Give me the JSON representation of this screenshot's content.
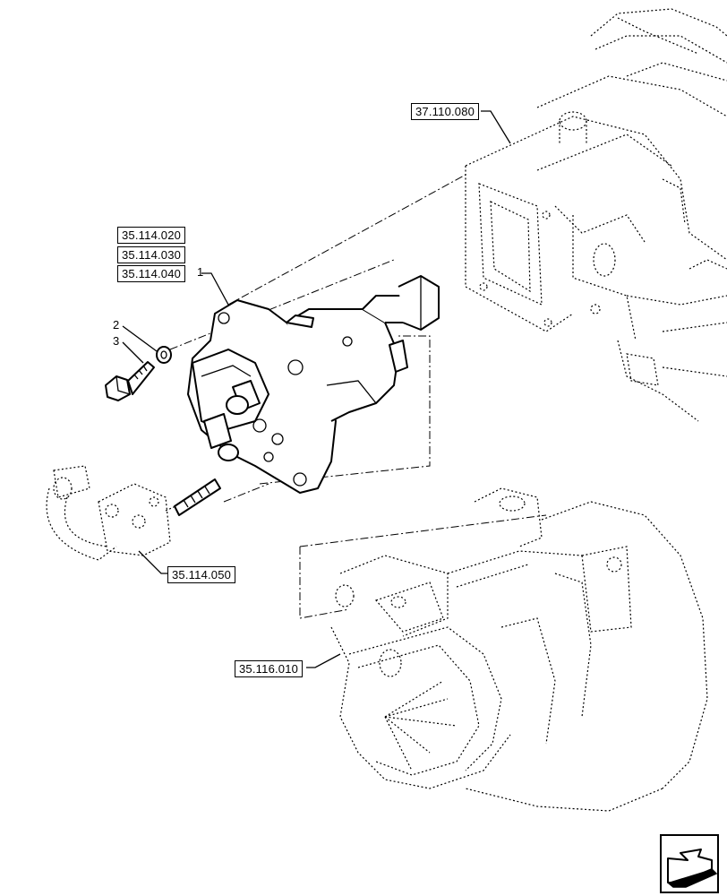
{
  "references": {
    "frame": "37.110.080",
    "pump_a": "35.114.020",
    "pump_b": "35.114.030",
    "pump_c": "35.114.040",
    "pipe": "35.114.050",
    "alternator": "35.116.010"
  },
  "callouts": {
    "pump": "1",
    "washer": "2",
    "bolt": "3"
  },
  "icons": {
    "navigation": "next-page-arrow-icon"
  }
}
